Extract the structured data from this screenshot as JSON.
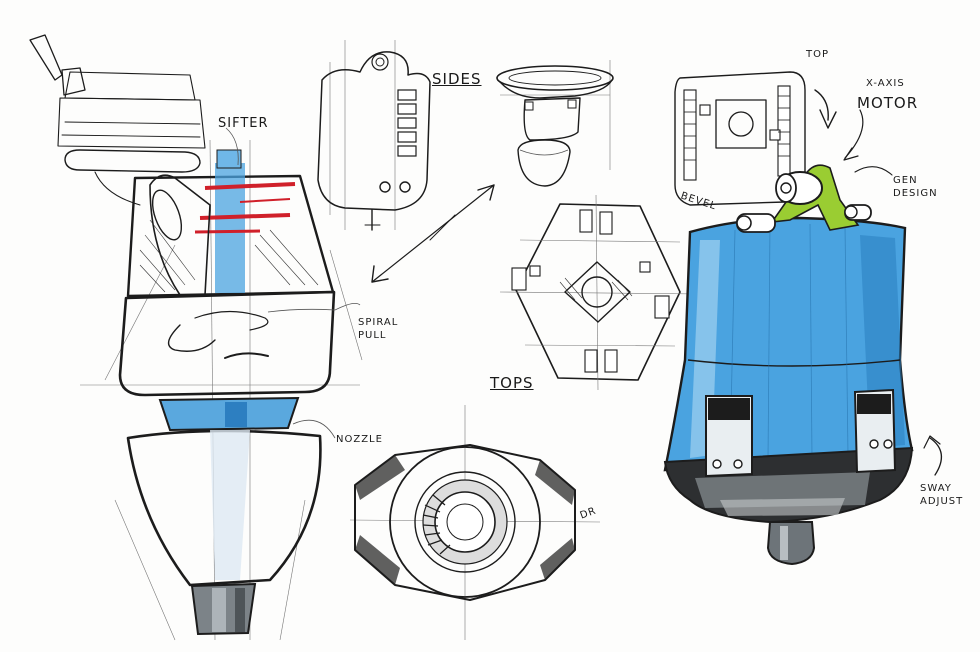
{
  "labels": {
    "sifter": "SIFTER",
    "sides": "SIDES",
    "spiral_pull": "SPIRAL\nPULL",
    "tops": "TOPS",
    "nozzle": "NOZZLE",
    "top": "TOP",
    "x_axis": "X-AXIS",
    "motor": "MOTOR",
    "gen_design": "GEN\nDESIGN",
    "bevel": "BEVEL",
    "sway_adjust": "SWAY\nADJUST",
    "dr": "DR"
  },
  "colors": {
    "marker_blue": "#4aa3e0",
    "marker_red": "#d0202a",
    "marker_green": "#9acd32",
    "marker_gray": "#7c8388",
    "ink": "#1c1c1c"
  }
}
